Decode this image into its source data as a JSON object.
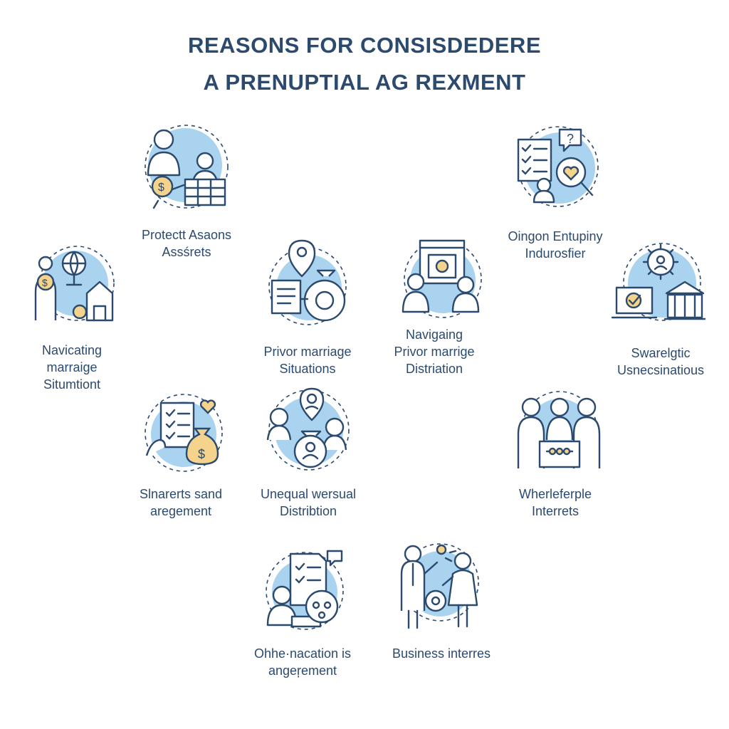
{
  "header": {
    "line1": "REASONS FOR  CONSISDEDERE",
    "line2": "A PRENUPTIAL AG REXMENT"
  },
  "items": [
    {
      "icon": "people-money-ledger-icon",
      "lines": [
        "Protectt Asaons",
        "Assśrets"
      ]
    },
    {
      "icon": "checklist-heart-search-icon",
      "lines": [
        "Oingon Entupiny",
        "Indurosfier"
      ]
    },
    {
      "icon": "globe-money-house-icon",
      "lines": [
        "Navicating",
        "marraige",
        "Situmtiont"
      ]
    },
    {
      "icon": "document-money-bag-icon",
      "lines": [
        "Privor marriage",
        "Situations"
      ]
    },
    {
      "icon": "safe-couple-icon",
      "lines": [
        "Navigaing",
        "Privor marrige",
        "Distriation"
      ]
    },
    {
      "icon": "laptop-gear-bank-icon",
      "lines": [
        "Swarelgtic",
        "Usnecsinatious"
      ]
    },
    {
      "icon": "checklist-heart-money-bag-icon",
      "lines": [
        "Slnarerts sand",
        "aregement"
      ]
    },
    {
      "icon": "people-exchange-icon",
      "lines": [
        "Unequal wersual",
        "Distribtion"
      ]
    },
    {
      "icon": "group-meeting-icon",
      "lines": [
        "Wherleferple",
        "Interrets"
      ]
    },
    {
      "icon": "person-document-chat-icon",
      "lines": [
        "Ohhe·nacation is",
        "angeŗement"
      ]
    },
    {
      "icon": "business-couple-gear-icon",
      "lines": [
        "Business interres"
      ]
    }
  ]
}
